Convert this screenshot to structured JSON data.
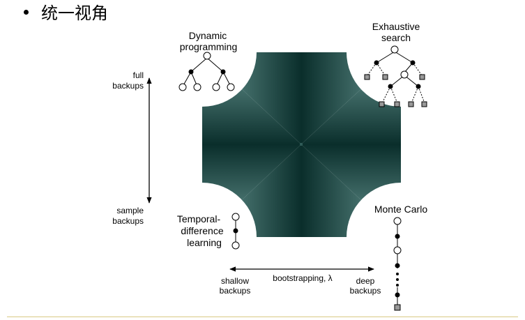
{
  "slide": {
    "title": "统一视角"
  },
  "diagram": {
    "corners": {
      "dynamic_programming": [
        "Dynamic",
        "programming"
      ],
      "exhaustive_search": [
        "Exhaustive",
        "search"
      ],
      "temporal_difference": [
        "Temporal-",
        "difference",
        "learning"
      ],
      "monte_carlo": [
        "Monte Carlo"
      ]
    },
    "vertical_axis": {
      "top": [
        "full",
        "backups"
      ],
      "bottom": [
        "sample",
        "backups"
      ]
    },
    "horizontal_axis": {
      "label": "bootstrapping, λ",
      "left": [
        "shallow",
        "backups"
      ],
      "right": [
        "deep",
        "backups"
      ]
    }
  },
  "colors": {
    "center": "#0a2e2b",
    "edge": "#4e7a76",
    "footer_line": "#d8c983"
  }
}
